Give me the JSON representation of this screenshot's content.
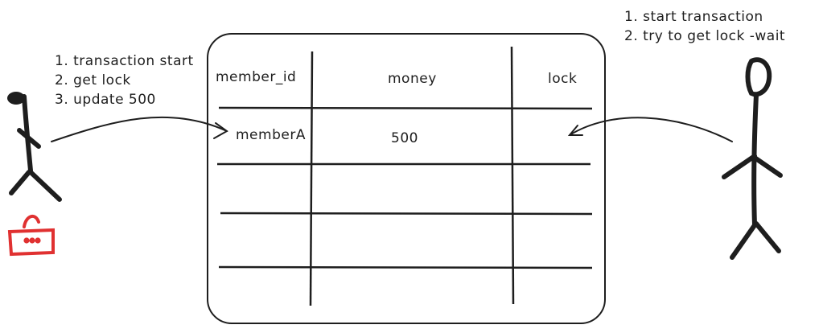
{
  "left_actor": {
    "steps": [
      "1. transaction start",
      "2. get lock",
      "3. update 500"
    ]
  },
  "right_actor": {
    "steps": [
      "1. start transaction",
      "2. try to get lock -wait"
    ]
  },
  "table": {
    "headers": [
      "member_id",
      "money",
      "lock"
    ],
    "rows": [
      [
        "memberA",
        "500",
        ""
      ]
    ]
  },
  "colors": {
    "stroke": "#1e1e1e",
    "lock": "#e03131"
  },
  "icons": [
    "lock-icon",
    "stick-figure-left",
    "stick-figure-right",
    "arrow-to-table-left",
    "arrow-to-table-right"
  ]
}
